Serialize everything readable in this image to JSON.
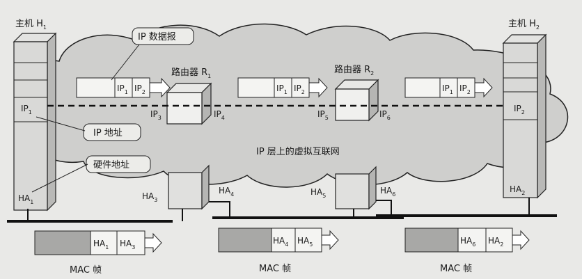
{
  "hosts": {
    "h1": {
      "name": "主机 H",
      "sub": "1",
      "ip": "IP",
      "ip_sub": "1",
      "ha": "HA",
      "ha_sub": "1"
    },
    "h2": {
      "name": "主机 H",
      "sub": "2",
      "ip": "IP",
      "ip_sub": "2",
      "ha": "HA",
      "ha_sub": "2"
    }
  },
  "routers": {
    "r1": {
      "name": "路由器 R",
      "sub": "1",
      "ip_left": "IP",
      "ip_left_sub": "3",
      "ip_right": "IP",
      "ip_right_sub": "4",
      "ha_left": "HA",
      "ha_left_sub": "3",
      "ha_right": "HA",
      "ha_right_sub": "4"
    },
    "r2": {
      "name": "路由器 R",
      "sub": "2",
      "ip_left": "IP",
      "ip_left_sub": "5",
      "ip_right": "IP",
      "ip_right_sub": "6",
      "ha_left": "HA",
      "ha_left_sub": "5",
      "ha_right": "HA",
      "ha_right_sub": "6"
    }
  },
  "callouts": {
    "datagram": "IP 数据报",
    "ip_addr": "IP 地址",
    "hw_addr": "硬件地址"
  },
  "cloud_label": "IP 层上的虚拟互联网",
  "datagram_fields": {
    "src": "IP",
    "src_sub": "1",
    "dst": "IP",
    "dst_sub": "2"
  },
  "frames": [
    {
      "label": "MAC 帧",
      "src": "HA",
      "src_sub": "1",
      "dst": "HA",
      "dst_sub": "3"
    },
    {
      "label": "MAC 帧",
      "src": "HA",
      "src_sub": "4",
      "dst": "HA",
      "dst_sub": "5"
    },
    {
      "label": "MAC 帧",
      "src": "HA",
      "src_sub": "6",
      "dst": "HA",
      "dst_sub": "2"
    }
  ]
}
